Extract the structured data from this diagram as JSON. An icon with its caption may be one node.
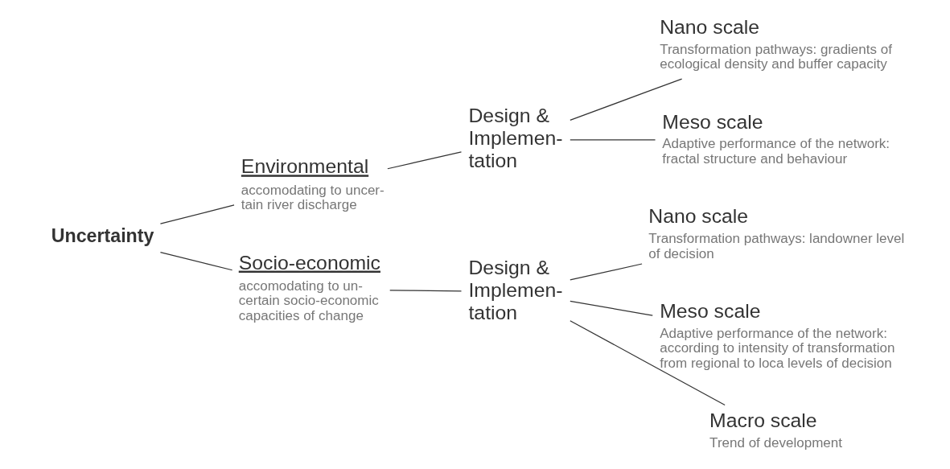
{
  "diagram": {
    "nodes": [
      {
        "text": [
          "Uncertainty"
        ]
      },
      {
        "text": [
          "Environmental",
          "accomodating to uncer- tain river discharge"
        ]
      },
      {
        "text": [
          "Design & Implemen- tation"
        ]
      },
      {
        "text": [
          "Nano scale",
          "Transformation pathways: gradients of ecological density and buffer capacity"
        ]
      },
      {
        "text": [
          "Meso scale",
          "Adaptive performance of the network: fractal structure and behaviour"
        ]
      },
      {
        "text": [
          "Socio-economic",
          "accomodating to un- certain socio-economic capacities of change"
        ]
      },
      {
        "text": [
          "Design & Implemen- tation"
        ]
      },
      {
        "text": [
          "Nano scale",
          "Transformation pathways: landowner level of decision"
        ]
      },
      {
        "text": [
          "Meso scale",
          "Adaptive performance of the network: according to intensity of transformation from regional to loca levels of decision"
        ]
      },
      {
        "text": [
          "Macro scale",
          "Trend of development"
        ]
      }
    ],
    "edges": [
      {
        "from": 0,
        "to": 1,
        "arrow": "none"
      },
      {
        "from": 0,
        "to": 5,
        "arrow": "none"
      },
      {
        "from": 1,
        "to": 2,
        "arrow": "none"
      },
      {
        "from": 2,
        "to": 3,
        "arrow": "none"
      },
      {
        "from": 2,
        "to": 4,
        "arrow": "none"
      },
      {
        "from": 5,
        "to": 6,
        "arrow": "none"
      },
      {
        "from": 6,
        "to": 7,
        "arrow": "none"
      },
      {
        "from": 6,
        "to": 8,
        "arrow": "none"
      },
      {
        "from": 6,
        "to": 9,
        "arrow": "none"
      }
    ]
  }
}
